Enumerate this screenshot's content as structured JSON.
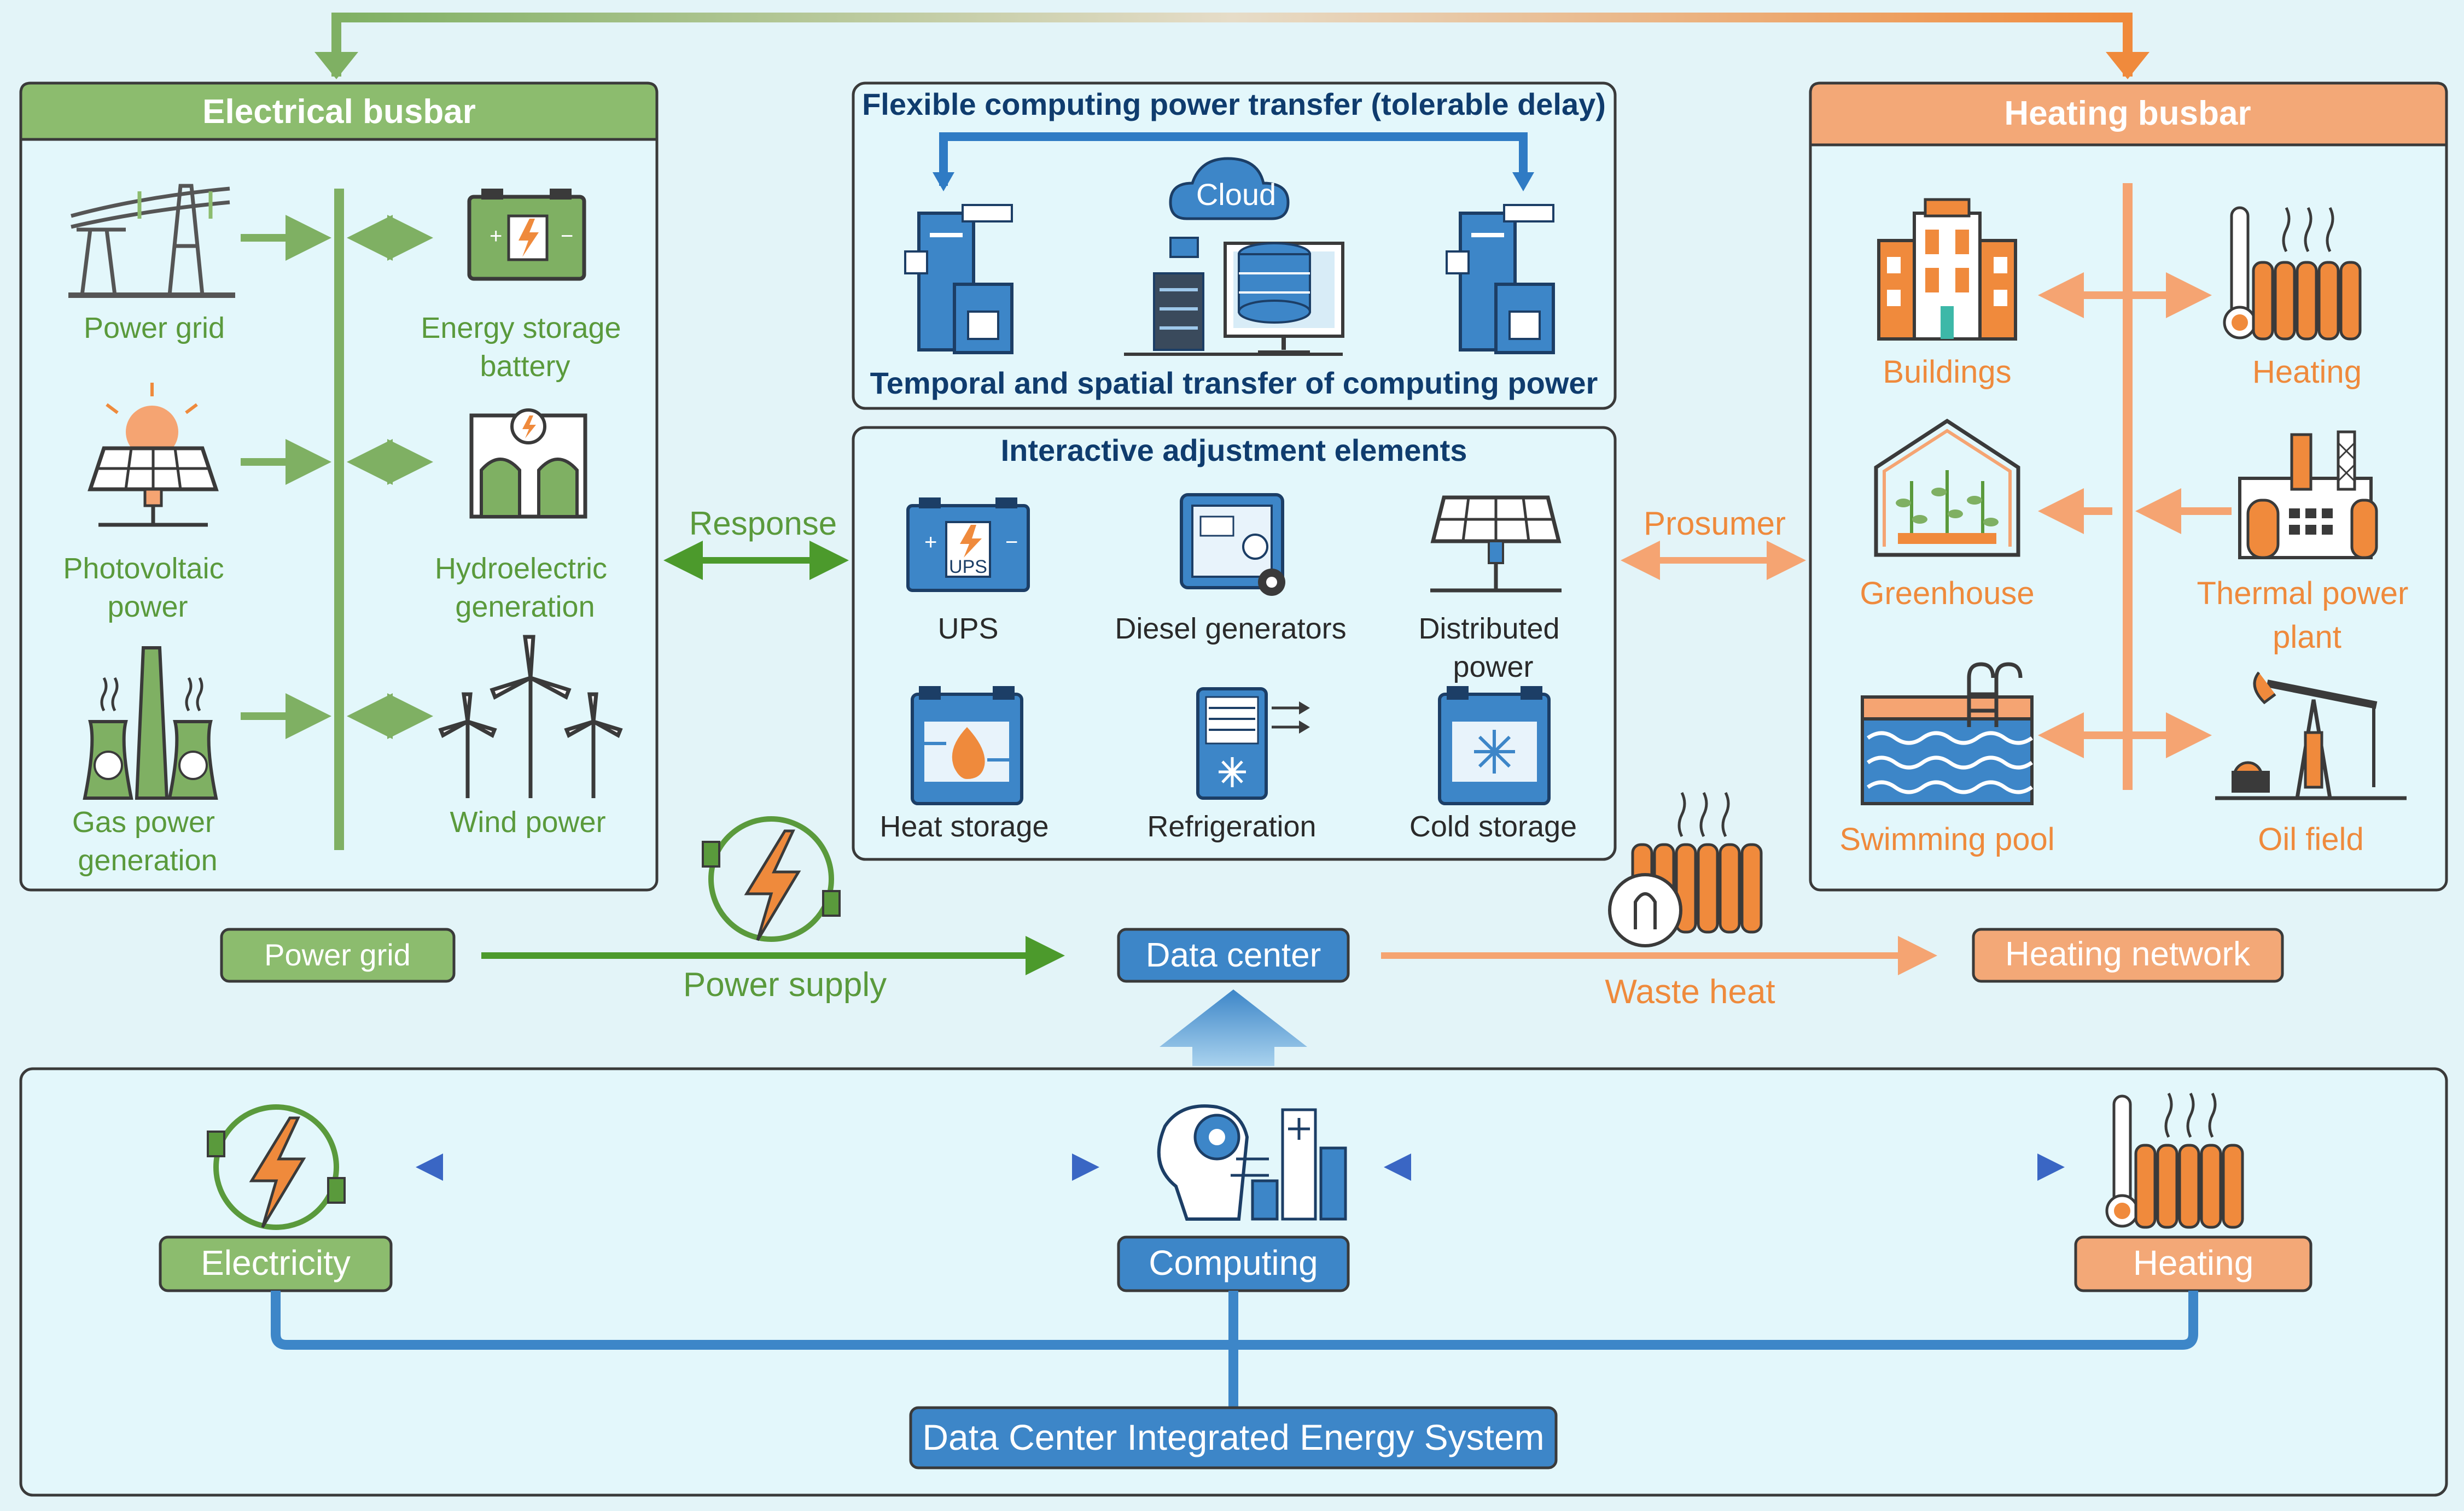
{
  "top_arrow": {},
  "electrical_busbar": {
    "title": "Electrical busbar",
    "items": [
      {
        "label_lines": [
          "Power grid"
        ]
      },
      {
        "label_lines": [
          "Energy storage",
          "battery"
        ]
      },
      {
        "label_lines": [
          "Photovoltaic",
          "power"
        ]
      },
      {
        "label_lines": [
          "Hydroelectric",
          "generation"
        ]
      },
      {
        "label_lines": [
          "Gas power",
          "generation"
        ]
      },
      {
        "label_lines": [
          "Wind power"
        ]
      }
    ]
  },
  "computing_transfer": {
    "title": "Flexible computing power transfer (tolerable delay)",
    "cloud_label": "Cloud",
    "caption": "Temporal and spatial transfer of computing power"
  },
  "interactive": {
    "title": "Interactive adjustment elements",
    "items": [
      {
        "label_lines": [
          "UPS"
        ],
        "badge": "UPS"
      },
      {
        "label_lines": [
          "Diesel generators"
        ]
      },
      {
        "label_lines": [
          "Distributed",
          "power"
        ]
      },
      {
        "label_lines": [
          "Heat storage"
        ]
      },
      {
        "label_lines": [
          "Refrigeration"
        ]
      },
      {
        "label_lines": [
          "Cold storage"
        ]
      }
    ]
  },
  "heating_busbar": {
    "title": "Heating busbar",
    "items": [
      {
        "label_lines": [
          "Buildings"
        ]
      },
      {
        "label_lines": [
          "Heating"
        ]
      },
      {
        "label_lines": [
          "Greenhouse"
        ]
      },
      {
        "label_lines": [
          "Thermal power",
          "plant"
        ]
      },
      {
        "label_lines": [
          "Swimming pool"
        ]
      },
      {
        "label_lines": [
          "Oil field"
        ]
      }
    ]
  },
  "connectors": {
    "response": "Response",
    "prosumer": "Prosumer"
  },
  "flow_row": {
    "power_grid": "Power grid",
    "power_supply": "Power supply",
    "data_center": "Data center",
    "waste_heat": "Waste heat",
    "heating_network": "Heating network"
  },
  "bottom": {
    "electricity": "Electricity",
    "computing": "Computing",
    "heating": "Heating",
    "system": "Data Center Integrated Energy System"
  },
  "colors": {
    "green": "#5a9a3c",
    "green_header": "#8cbc6e",
    "orange": "#ef8a3c",
    "orange_header": "#f3a877",
    "blue": "#3d86c8",
    "navy": "#0f3c6e",
    "panel_fill": "#e3f7fb"
  }
}
